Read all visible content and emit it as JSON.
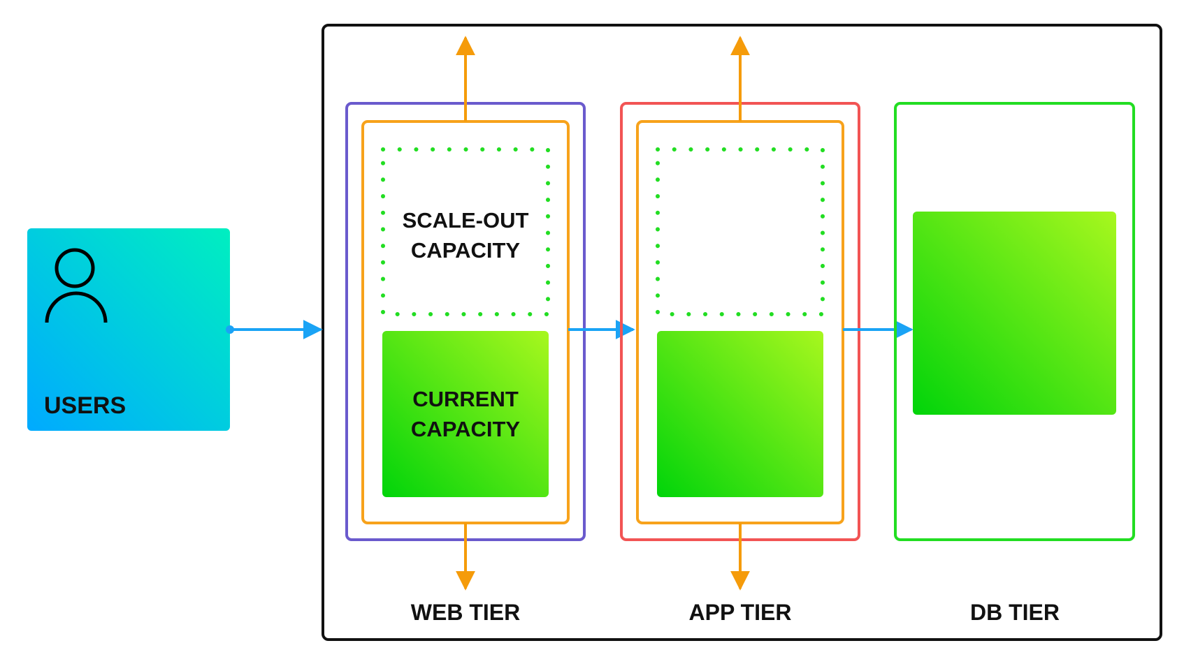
{
  "users": {
    "label": "USERS",
    "icon": "user-icon",
    "gradient": [
      "#00aaff",
      "#00efc0"
    ]
  },
  "tiers": [
    {
      "label": "WEB TIER",
      "border_color": "#6a5acd",
      "scale_out_label": [
        "SCALE-OUT",
        "CAPACITY"
      ],
      "current_label": [
        "CURRENT",
        "CAPACITY"
      ]
    },
    {
      "label": "APP TIER",
      "border_color": "#f25454",
      "scale_out_label": [],
      "current_label": []
    },
    {
      "label": "DB TIER",
      "border_color": "#22dd22"
    }
  ],
  "colors": {
    "autoscale_group": "#f7a21b",
    "scale_arrows": "#f59b0a",
    "traffic_arrows": "#1aa3f5",
    "dotted_capacity": "#22dd22",
    "capacity_gradient": [
      "#00d40a",
      "#a8f71e"
    ]
  }
}
